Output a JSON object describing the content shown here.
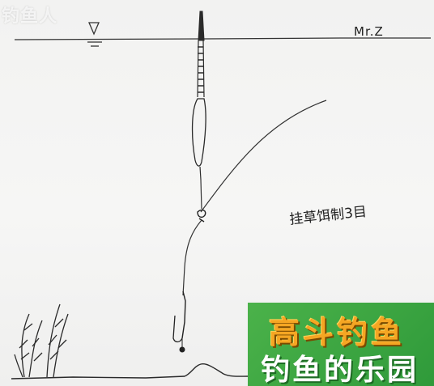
{
  "watermark": {
    "text": "钓鱼人"
  },
  "drawing": {
    "signature": "Mr.Z",
    "note": "挂草饵制3目"
  },
  "banner": {
    "line1": "高斗钓鱼",
    "line2": "钓鱼的乐园",
    "colors": {
      "background": "#3aa541",
      "line1": "#f5a623",
      "line2": "#ffffff"
    }
  },
  "icons": [
    "water-level-icon",
    "float-icon",
    "hook-icon",
    "weed-icon"
  ]
}
